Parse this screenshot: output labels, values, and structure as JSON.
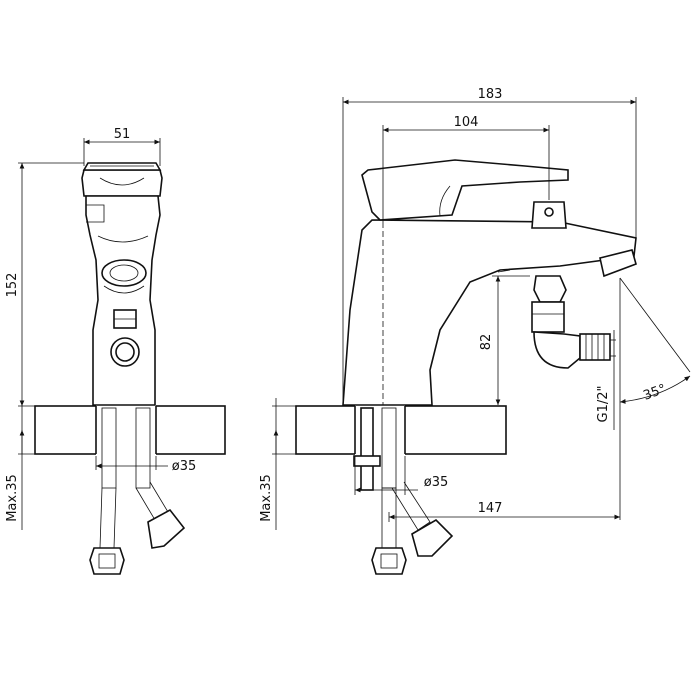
{
  "dimensions": {
    "front_width": "51",
    "front_height": "152",
    "front_max_left": "Max.35",
    "front_diameter": "ø35",
    "side_total_length": "183",
    "side_spout_length": "104",
    "side_height": "82",
    "side_thread": "G1/2\"",
    "side_angle": "35°",
    "side_max_left": "Max.35",
    "side_diameter": "ø35",
    "side_hose_offset": "147"
  }
}
